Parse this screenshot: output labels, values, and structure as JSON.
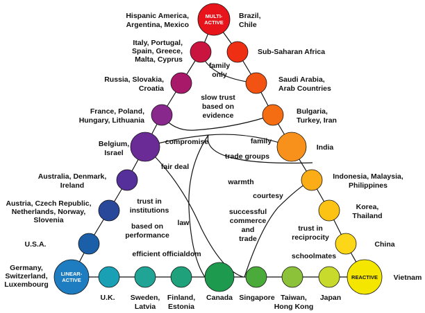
{
  "nodes": {
    "multi_active": {
      "label": [
        "MULTI-",
        "ACTIVE"
      ],
      "color": "#e8141b"
    },
    "linear_active": {
      "label": [
        "LINEAR-",
        "ACTIVE"
      ],
      "color": "#1e7cc0"
    },
    "reactive": {
      "label": [
        "REACTIVE"
      ],
      "color": "#f5e600"
    }
  },
  "countries": {
    "hispanic": [
      "Hispanic America,",
      "Argentina, Mexico"
    ],
    "brazil": [
      "Brazil,",
      "Chile"
    ],
    "italy": [
      "Italy, Portugal,",
      "Spain, Greece,",
      "Malta, Cyprus"
    ],
    "subsaharan": [
      "Sub-Saharan Africa"
    ],
    "russia": [
      "Russia, Slovakia,",
      "Croatia"
    ],
    "saudi": [
      "Saudi Arabia,",
      "Arab Countries"
    ],
    "france": [
      "France, Poland,",
      "Hungary, Lithuania"
    ],
    "bulgaria": [
      "Bulgaria,",
      "Turkey, Iran"
    ],
    "belgium": [
      "Belgium,",
      "Israel"
    ],
    "india": [
      "India"
    ],
    "australia": [
      "Australia, Denmark,",
      "Ireland"
    ],
    "indonesia": [
      "Indonesia, Malaysia,",
      "Philippines"
    ],
    "austria": [
      "Austria, Czech Republic,",
      "Netherlands, Norway,",
      "Slovenia"
    ],
    "korea": [
      "Korea,",
      "Thailand"
    ],
    "usa": [
      "U.S.A."
    ],
    "china": [
      "China"
    ],
    "germany": [
      "Germany,",
      "Switzerland,",
      "Luxembourg"
    ],
    "vietnam": [
      "Vietnam"
    ],
    "uk": [
      "U.K."
    ],
    "sweden": [
      "Sweden,",
      "Latvia"
    ],
    "finland": [
      "Finland,",
      "Estonia"
    ],
    "canada": [
      "Canada"
    ],
    "singapore": [
      "Singapore"
    ],
    "taiwan": [
      "Taiwan,",
      "Hong Kong"
    ],
    "japan": [
      "Japan"
    ]
  },
  "trust_labels": {
    "family_only": [
      "family",
      "only"
    ],
    "slow_trust": [
      "slow trust",
      "based on",
      "evidence"
    ],
    "compromise": [
      "compromise"
    ],
    "family": [
      "family"
    ],
    "trade_groups": [
      "trade groups"
    ],
    "fair_deal": [
      "fair deal"
    ],
    "warmth": [
      "warmth"
    ],
    "courtesy": [
      "courtesy"
    ],
    "trust_in_institutions": [
      "trust in",
      "institutions"
    ],
    "law": [
      "law"
    ],
    "successful_commerce": [
      "successful",
      "commerce",
      "and",
      "trade"
    ],
    "trust_in_reciprocity": [
      "trust in",
      "reciprocity"
    ],
    "based_on_performance": [
      "based on",
      "performance"
    ],
    "efficient_officialdom": [
      "efficient officialdom"
    ],
    "schoolmates": [
      "schoolmates"
    ]
  },
  "colors": {
    "line": "#111111",
    "italy": "#c8143f",
    "subsaharan": "#ee2f14",
    "russia": "#a8196a",
    "saudi": "#f25212",
    "france": "#88288d",
    "bulgaria": "#f56d12",
    "belgium": "#6b2b96",
    "india": "#f8901c",
    "australia": "#55309a",
    "indonesia": "#faad16",
    "austria": "#2a4899",
    "korea": "#fcc315",
    "usa": "#1a5fa8",
    "china": "#fbd619",
    "uk": "#1aa0b5",
    "sweden": "#20a495",
    "finland": "#1fa27b",
    "canada": "#1e9a4e",
    "singapore": "#4aab3a",
    "taiwan": "#8cc13a",
    "japan": "#c8da2b"
  }
}
